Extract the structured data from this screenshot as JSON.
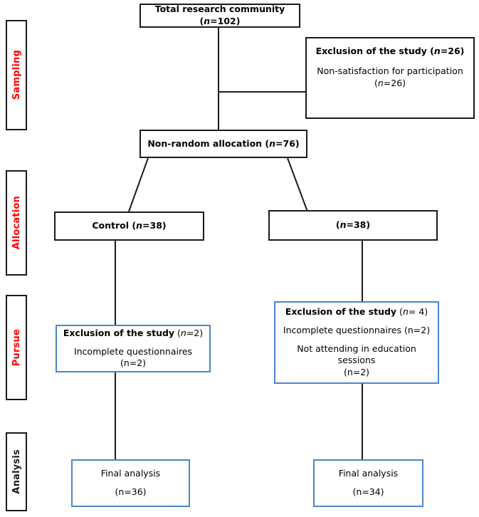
{
  "figure": {
    "type": "flowchart",
    "title": "CONSORT-style participant flow diagram",
    "colors": {
      "box_black": "#1a1a1a",
      "box_blue": "#4a86c8",
      "stage_text_red": "#ff0000",
      "stage_text_black": "#1a1a1a",
      "background": "#ffffff"
    }
  },
  "stages": [
    {
      "id": "sampling",
      "label": "Sampling",
      "color": "#ff0000"
    },
    {
      "id": "allocation",
      "label": "Allocation",
      "color": "#ff0000"
    },
    {
      "id": "pursue",
      "label": "Pursue",
      "color": "#ff0000"
    },
    {
      "id": "analysis",
      "label": "Analysis",
      "color": "#1a1a1a"
    }
  ],
  "nodes": {
    "total": {
      "id": "total-research-community",
      "border": "black",
      "lines": [
        {
          "text": "Total research community (n=102)",
          "bold": true,
          "italic_n": true
        }
      ],
      "plain_text": "Total research community (n=102)",
      "n": 102
    },
    "exclusion_sampling": {
      "id": "exclusion-sampling",
      "border": "black",
      "lines": [
        {
          "text": "Exclusion of the study (n=26)",
          "bold": true,
          "italic_n": true
        },
        {
          "text": "Non-satisfaction for participation",
          "bold": false,
          "italic_n": false
        },
        {
          "text": "(n=26)",
          "bold": false,
          "italic_n": true
        }
      ],
      "plain_text": "Exclusion of the study (n=26) — Non-satisfaction for participation (n=26)",
      "n": 26
    },
    "allocation": {
      "id": "non-random-allocation",
      "border": "black",
      "lines": [
        {
          "text": "Non-random allocation (n=76)",
          "bold": true,
          "italic_n": true
        }
      ],
      "plain_text": "Non-random allocation (n=76)",
      "n": 76
    },
    "control": {
      "id": "control-group",
      "border": "black",
      "lines": [
        {
          "text": "Control (n=38)",
          "bold": true,
          "italic_n": true
        }
      ],
      "plain_text": "Control (n=38)",
      "n": 38
    },
    "intervention": {
      "id": "intervention-group",
      "border": "black",
      "lines": [
        {
          "text": "(n=38)",
          "bold": true,
          "italic_n": true
        }
      ],
      "plain_text": "(n=38)",
      "n": 38
    },
    "exclusion_left": {
      "id": "exclusion-control",
      "border": "blue",
      "lines": [
        {
          "text": "Exclusion of the study (n=2)",
          "bold": "partial",
          "italic_n": true
        },
        {
          "text": "Incomplete questionnaires (n=2)",
          "bold": false,
          "italic_n": false
        }
      ],
      "plain_text": "Exclusion of the study (n=2) — Incomplete questionnaires (n=2)",
      "n": 2
    },
    "exclusion_right": {
      "id": "exclusion-intervention",
      "border": "blue",
      "lines": [
        {
          "text": "Exclusion of the study (n= 4)",
          "bold": "partial",
          "italic_n": true
        },
        {
          "text": "Incomplete questionnaires (n=2)",
          "bold": false,
          "italic_n": false
        },
        {
          "text": "Not attending in education sessions",
          "bold": false,
          "italic_n": false
        },
        {
          "text": "(n=2)",
          "bold": false,
          "italic_n": false
        }
      ],
      "plain_text": "Exclusion of the study (n= 4) — Incomplete questionnaires (n=2) — Not attending in education sessions (n=2)",
      "n": 4
    },
    "final_left": {
      "id": "final-analysis-control",
      "border": "blue",
      "lines": [
        {
          "text": "Final analysis",
          "bold": false,
          "italic_n": false
        },
        {
          "text": "(n=36)",
          "bold": false,
          "italic_n": false
        }
      ],
      "plain_text": "Final analysis (n=36)",
      "n": 36
    },
    "final_right": {
      "id": "final-analysis-intervention",
      "border": "blue",
      "lines": [
        {
          "text": "Final analysis",
          "bold": false,
          "italic_n": false
        },
        {
          "text": "(n=34)",
          "bold": false,
          "italic_n": false
        }
      ],
      "plain_text": "Final analysis (n=34)",
      "n": 34
    }
  },
  "text": {
    "total_prefix": "Total research community (",
    "n_letter": "n",
    "total_suffix": "=102)",
    "excl_sampling_title_bold": "Exclusion of the study (",
    "excl_sampling_title_suffix": "=26)",
    "excl_sampling_body": "Non-satisfaction for participation",
    "excl_sampling_body2_suffix": "=26)",
    "allocation_prefix": "Non-random allocation (",
    "allocation_suffix": "=76)",
    "control_prefix": "Control (",
    "control_suffix": "=38)",
    "intervention_prefix": "(",
    "intervention_suffix": "=38)",
    "excl_left_title_bold": "Exclusion of the study",
    "excl_left_title_tail": "=2)",
    "excl_left_body": "Incomplete questionnaires (n=2)",
    "excl_right_title_bold": "Exclusion of the study",
    "excl_right_title_tail": "= 4)",
    "excl_right_body1": "Incomplete questionnaires (n=2)",
    "excl_right_body2": "Not attending in education sessions",
    "excl_right_body3": "(n=2)",
    "final_label": "Final analysis",
    "final_left_n": "(n=36)",
    "final_right_n": "(n=34)",
    "open_paren": "(",
    "close_paren_only": ")"
  }
}
